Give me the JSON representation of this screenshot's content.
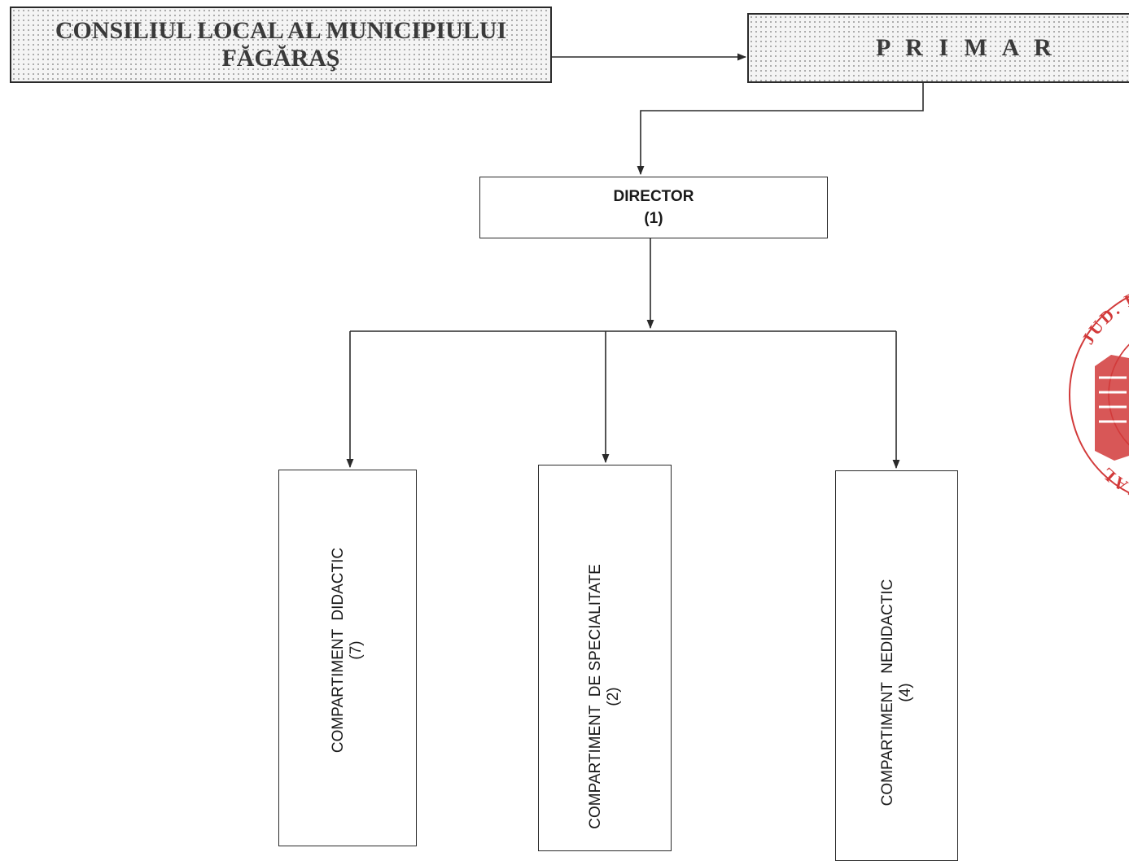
{
  "council": {
    "line1": "CONSILIUL LOCAL AL MUNICIPIULUI",
    "line2": "FĂGĂRAŞ"
  },
  "mayor": {
    "label": "P R I M A R"
  },
  "director": {
    "title": "DIRECTOR",
    "count": "(1)"
  },
  "compartments": [
    {
      "name": "COMPARTIMENT  DIDACTIC",
      "count": "(7)"
    },
    {
      "name": "COMPARTIMENT  DE SPECIALITATE",
      "count": "(2)"
    },
    {
      "name": "COMPARTIMENT  NEDIDACTIC",
      "count": "(4)"
    }
  ],
  "stamp": {
    "text": "JUD. BRAŞOV · MUNICIPIUL · CONSILIUL LOCAL",
    "color": "#d23a3a"
  }
}
